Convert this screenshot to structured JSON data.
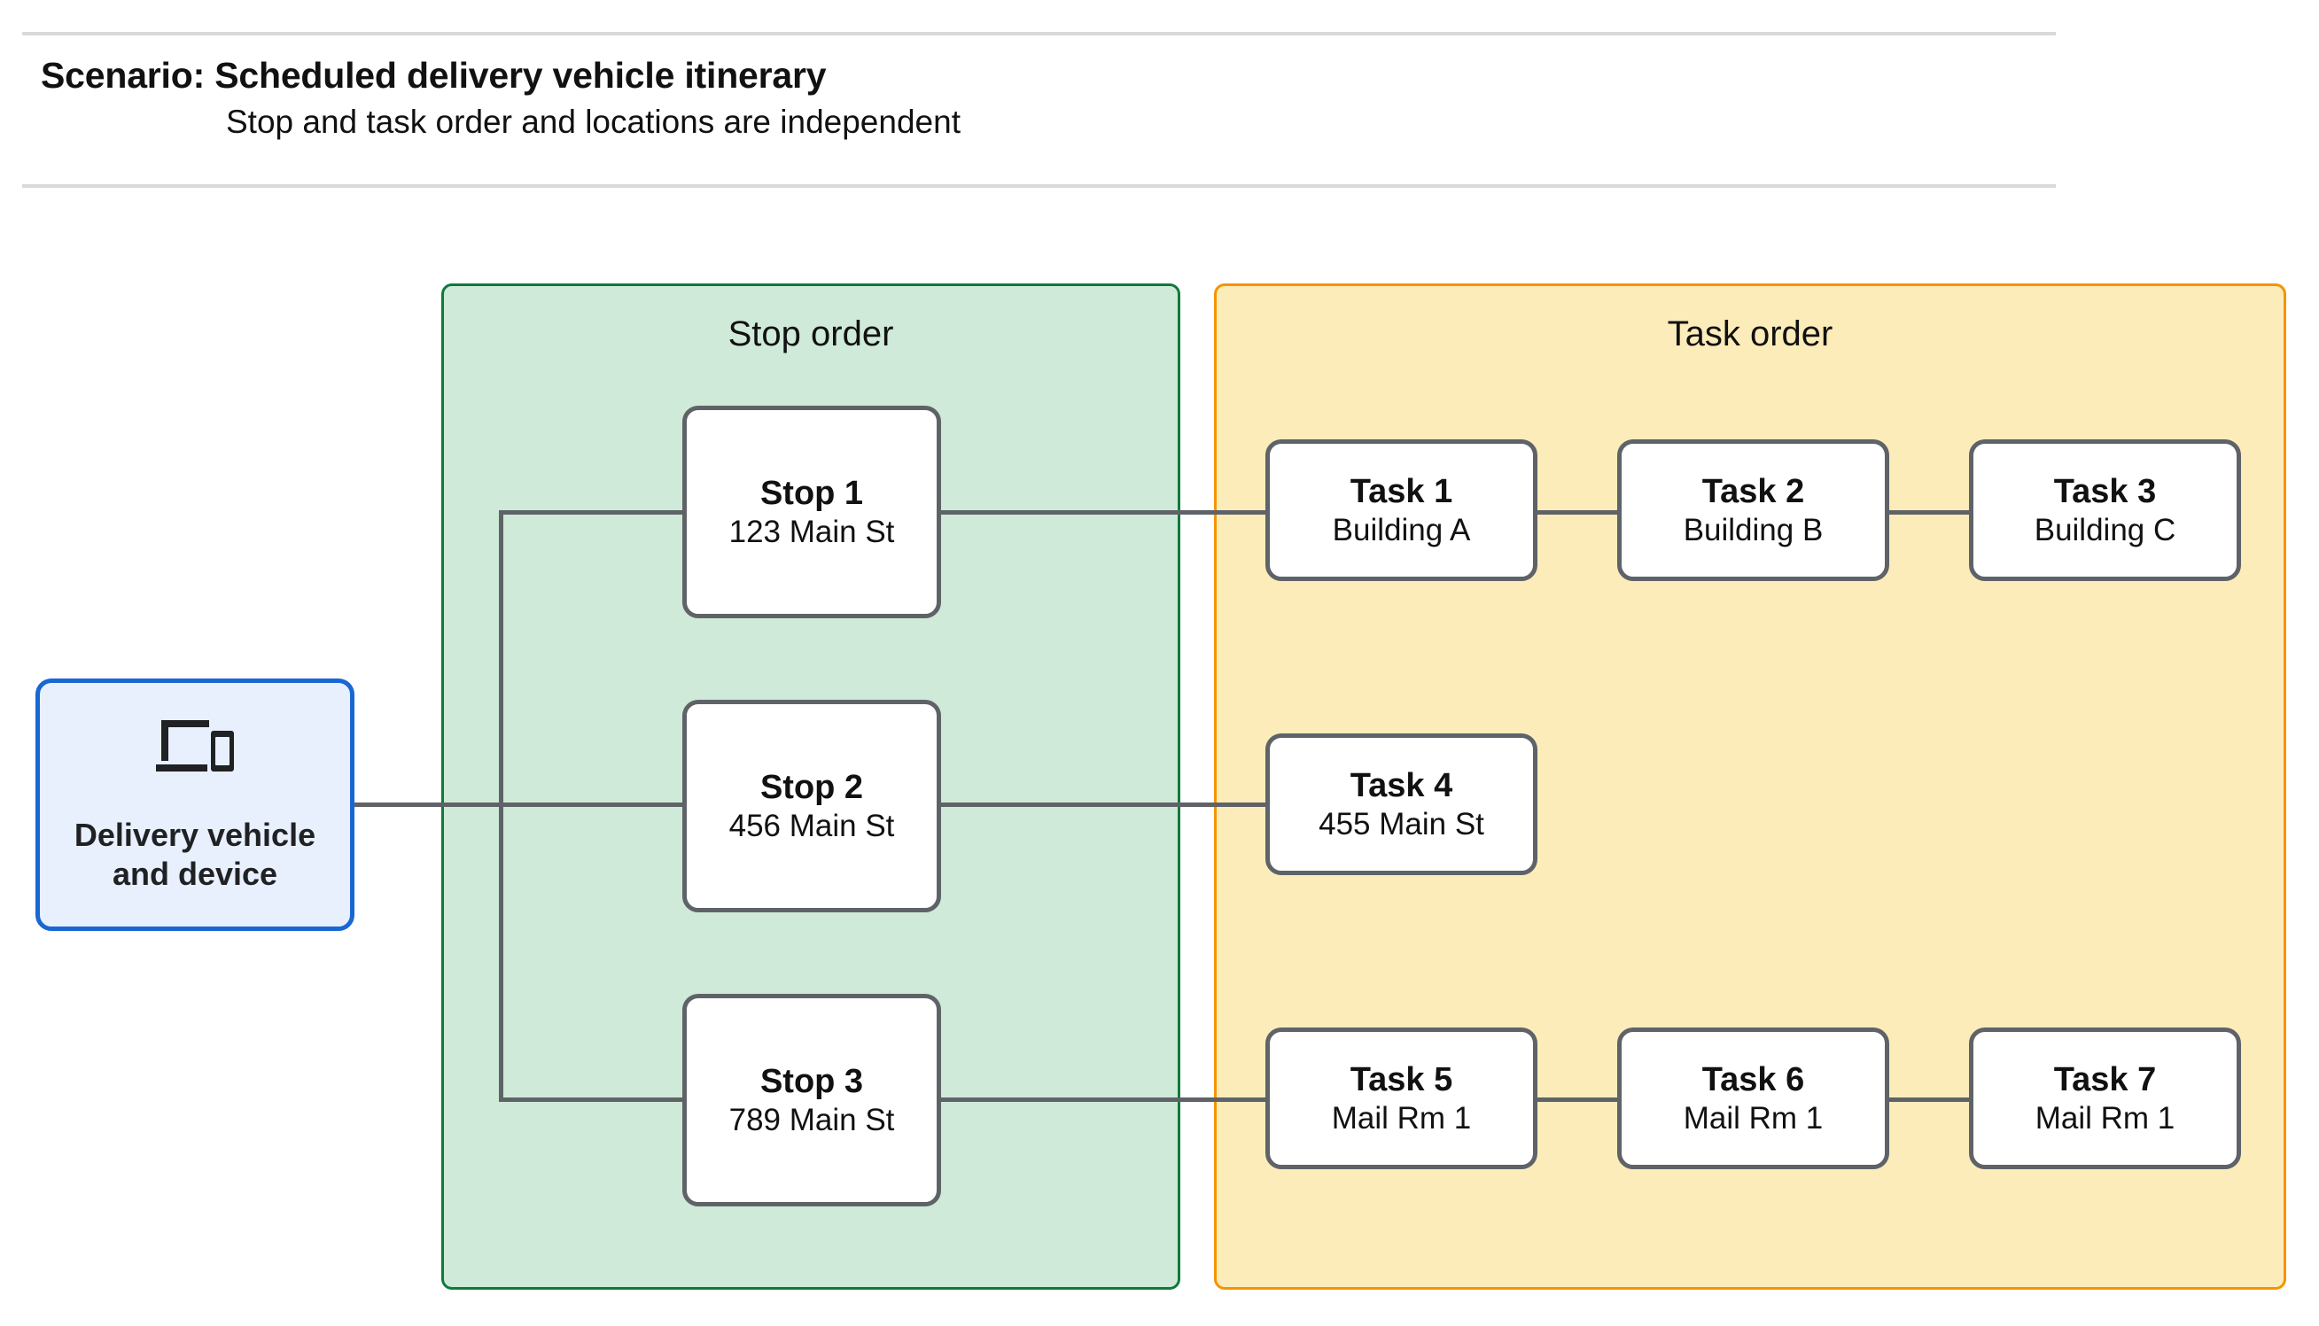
{
  "header": {
    "title": "Scenario: Scheduled delivery vehicle itinerary",
    "subtitle": "Stop and task order and locations are independent"
  },
  "vehicle": {
    "label": "Delivery vehicle\nand device",
    "icon": "devices-icon",
    "border_color": "#1967D2",
    "fill_color": "#E8F0FE"
  },
  "panels": {
    "stop": {
      "title": "Stop order",
      "fill_color": "#CFEAD8",
      "border_color": "#0F7A3D"
    },
    "task": {
      "title": "Task order",
      "fill_color": "#FCECBA",
      "border_color": "#F59300"
    }
  },
  "stops": [
    {
      "title": "Stop 1",
      "address": "123 Main St"
    },
    {
      "title": "Stop 2",
      "address": "456 Main St"
    },
    {
      "title": "Stop 3",
      "address": "789 Main St"
    }
  ],
  "task_rows": [
    [
      {
        "title": "Task 1",
        "location": "Building A"
      },
      {
        "title": "Task 2",
        "location": "Building B"
      },
      {
        "title": "Task 3",
        "location": "Building C"
      }
    ],
    [
      {
        "title": "Task 4",
        "location": "455 Main St"
      }
    ],
    [
      {
        "title": "Task 5",
        "location": "Mail Rm 1"
      },
      {
        "title": "Task 6",
        "location": "Mail Rm 1"
      },
      {
        "title": "Task 7",
        "location": "Mail Rm 1"
      }
    ]
  ],
  "connector_color": "#5F6368",
  "node_border_color": "#5F6368"
}
